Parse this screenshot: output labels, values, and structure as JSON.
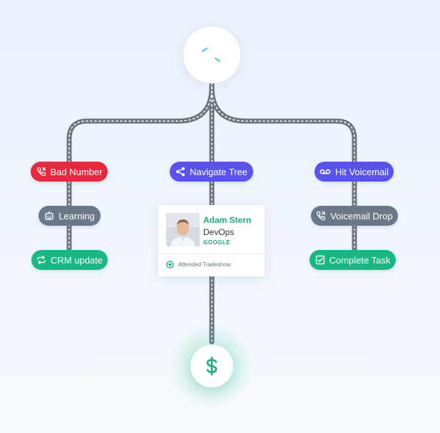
{
  "nodes": {
    "bad_number": {
      "label": "Bad Number",
      "color": "#e8283f"
    },
    "navigate_tree": {
      "label": "Navigate Tree",
      "color": "#5a52ec"
    },
    "hit_voicemail": {
      "label": "Hit Voicemail",
      "color": "#5a52ec"
    },
    "learning": {
      "label": "Learning",
      "color": "#6a7889"
    },
    "voicemail_drop": {
      "label": "Voicemail Drop",
      "color": "#6a7889"
    },
    "crm_update": {
      "label": "CRM update",
      "color": "#18b882"
    },
    "complete_task": {
      "label": "Complete Task",
      "color": "#18b882"
    }
  },
  "contact_card": {
    "name": "Adam Stern",
    "role": "DevOps",
    "company": "GOOGLE",
    "event": "Attended Tradeshow"
  },
  "icons": {
    "logo": "waveform-logo-icon",
    "bad_number": "phone-x-icon",
    "navigate_tree": "share-icon",
    "hit_voicemail": "voicemail-icon",
    "learning": "robot-icon",
    "voicemail_drop": "phone-x-icon",
    "crm_update": "sync-icon",
    "complete_task": "checkbox-icon",
    "event": "target-icon",
    "goal": "dollar-icon"
  },
  "colors": {
    "road": "#6e747c",
    "accent_teal": "#25d4be",
    "accent_green": "#1aae7a"
  }
}
